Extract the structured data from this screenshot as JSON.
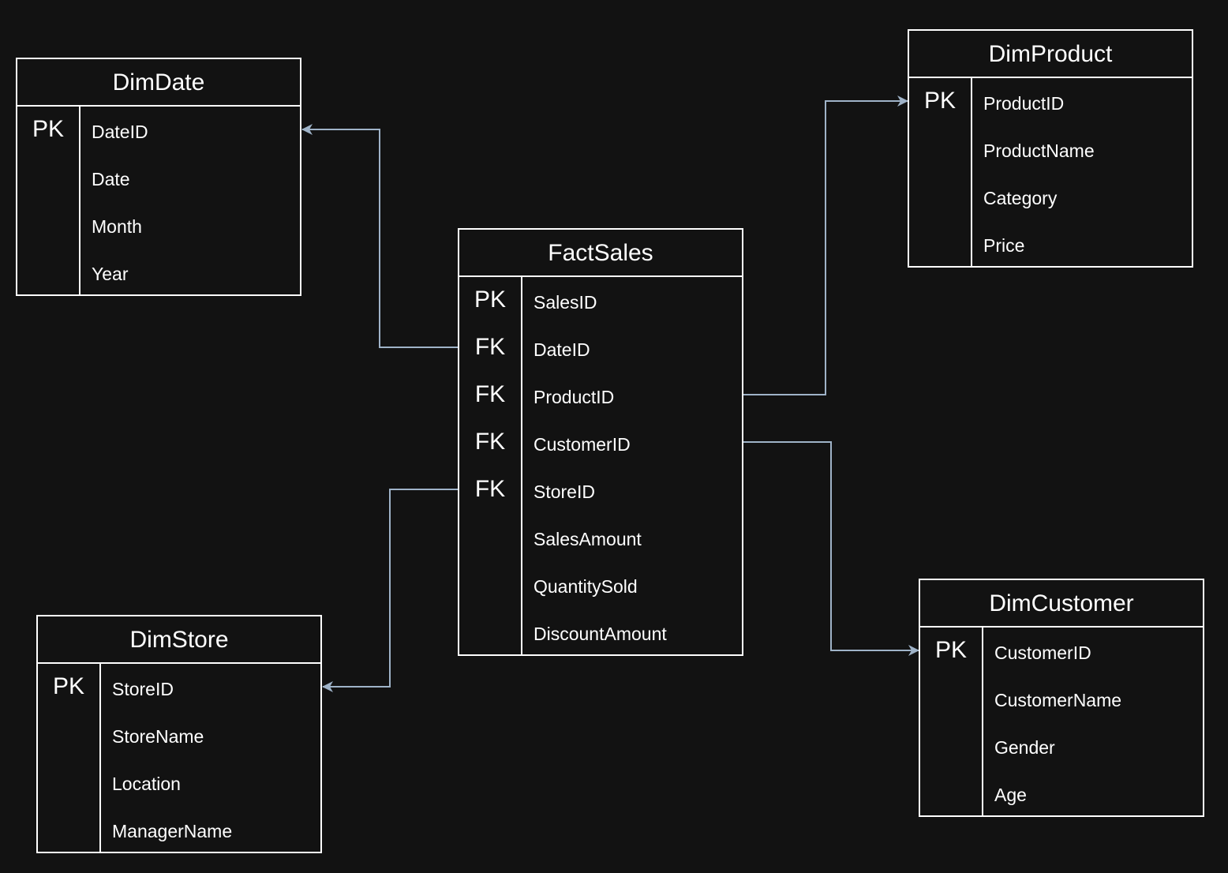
{
  "colors": {
    "background": "#121212",
    "border": "#ffffff",
    "text": "#ffffff",
    "connector": "#9fb3c8"
  },
  "entities": {
    "dim_date": {
      "title": "DimDate",
      "fields": [
        {
          "key": "PK",
          "name": "DateID"
        },
        {
          "key": "",
          "name": "Date"
        },
        {
          "key": "",
          "name": "Month"
        },
        {
          "key": "",
          "name": "Year"
        }
      ]
    },
    "dim_product": {
      "title": "DimProduct",
      "fields": [
        {
          "key": "PK",
          "name": "ProductID"
        },
        {
          "key": "",
          "name": "ProductName"
        },
        {
          "key": "",
          "name": "Category"
        },
        {
          "key": "",
          "name": "Price"
        }
      ]
    },
    "fact_sales": {
      "title": "FactSales",
      "fields": [
        {
          "key": "PK",
          "name": "SalesID"
        },
        {
          "key": "FK",
          "name": "DateID"
        },
        {
          "key": "FK",
          "name": "ProductID"
        },
        {
          "key": "FK",
          "name": "CustomerID"
        },
        {
          "key": "FK",
          "name": "StoreID"
        },
        {
          "key": "",
          "name": "SalesAmount"
        },
        {
          "key": "",
          "name": "QuantitySold"
        },
        {
          "key": "",
          "name": "DiscountAmount"
        }
      ]
    },
    "dim_store": {
      "title": "DimStore",
      "fields": [
        {
          "key": "PK",
          "name": "StoreID"
        },
        {
          "key": "",
          "name": "StoreName"
        },
        {
          "key": "",
          "name": "Location"
        },
        {
          "key": "",
          "name": "ManagerName"
        }
      ]
    },
    "dim_customer": {
      "title": "DimCustomer",
      "fields": [
        {
          "key": "PK",
          "name": "CustomerID"
        },
        {
          "key": "",
          "name": "CustomerName"
        },
        {
          "key": "",
          "name": "Gender"
        },
        {
          "key": "",
          "name": "Age"
        }
      ]
    }
  },
  "relationships": [
    {
      "from": "FactSales.DateID",
      "to": "DimDate.DateID"
    },
    {
      "from": "FactSales.ProductID",
      "to": "DimProduct.ProductID"
    },
    {
      "from": "FactSales.CustomerID",
      "to": "DimCustomer.CustomerID"
    },
    {
      "from": "FactSales.StoreID",
      "to": "DimStore.StoreID"
    }
  ]
}
